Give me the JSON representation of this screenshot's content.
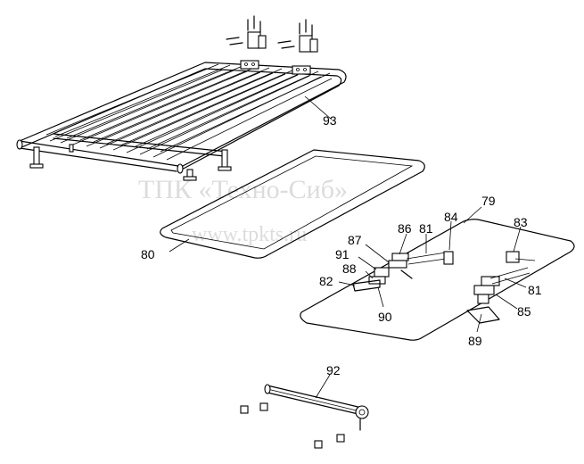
{
  "watermark": {
    "line1": "ТПК «Техно-Сиб»",
    "line2": "www.tpkts.ru"
  },
  "callouts": {
    "c93": "93",
    "c79": "79",
    "c80": "80",
    "c83": "83",
    "c84": "84",
    "c86": "86",
    "c81a": "81",
    "c87": "87",
    "c91": "91",
    "c88": "88",
    "c82": "82",
    "c90": "90",
    "c81b": "81",
    "c85": "85",
    "c89": "89",
    "c92": "92"
  }
}
